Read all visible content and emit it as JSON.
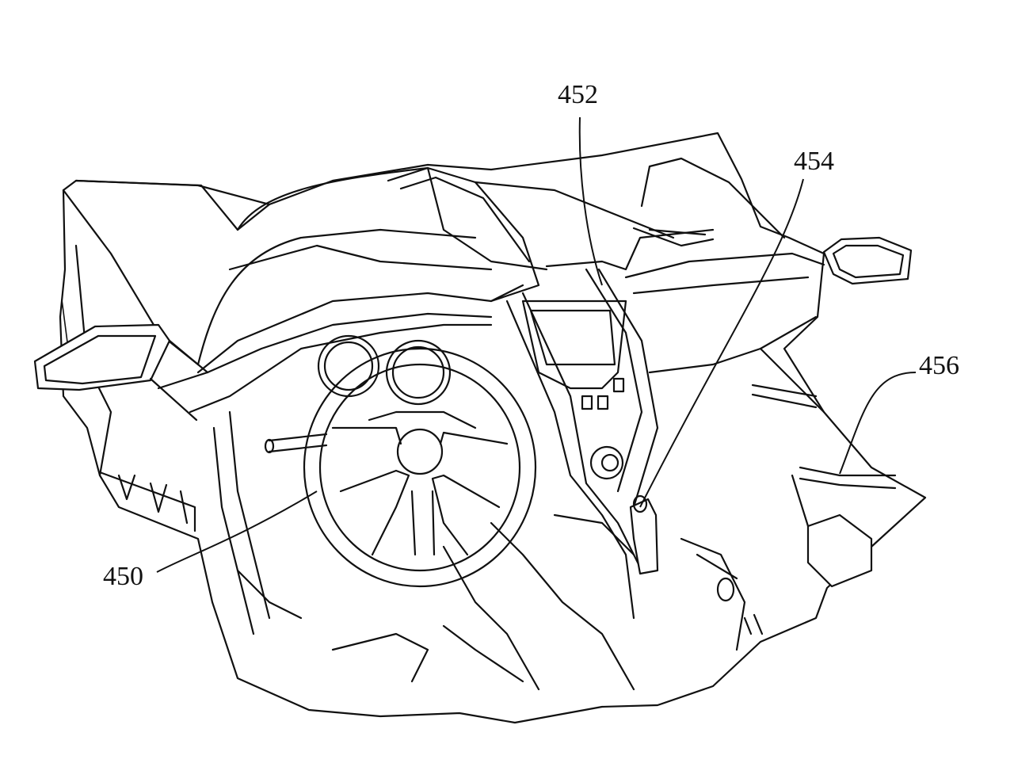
{
  "figure": {
    "reference_labels": [
      {
        "id": "steering-wheel",
        "text": "450"
      },
      {
        "id": "upper-dash",
        "text": "452"
      },
      {
        "id": "center-console",
        "text": "454"
      },
      {
        "id": "passenger-rail",
        "text": "456"
      }
    ]
  }
}
